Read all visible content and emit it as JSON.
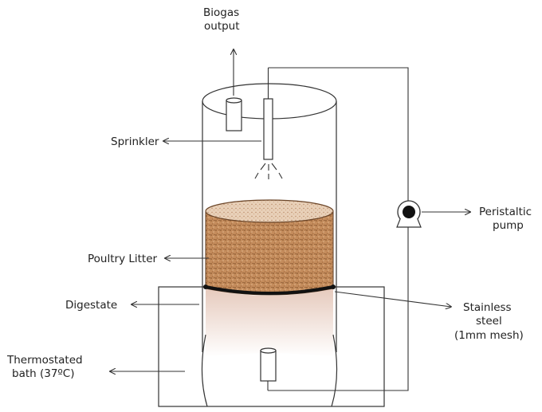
{
  "labels": {
    "biogas_line1": "Biogas",
    "biogas_line2": "output",
    "sprinkler": "Sprinkler",
    "poultry_litter": "Poultry Litter",
    "digestate": "Digestate",
    "thermo_line1": "Thermostated",
    "thermo_line2": "bath (37ºC)",
    "peristaltic_line1": "Peristaltic",
    "peristaltic_line2": "pump",
    "stainless_line1": "Stainless",
    "stainless_line2": "steel",
    "stainless_line3": "(1mm mesh)"
  },
  "colors": {
    "line": "#333333",
    "litter": "#c08a5a",
    "litter_top": "#e6c9ad",
    "digestate_top": "#e8cfc4",
    "digestate_bottom": "#ffffff",
    "mesh": "#111111",
    "pump": "#111111"
  }
}
